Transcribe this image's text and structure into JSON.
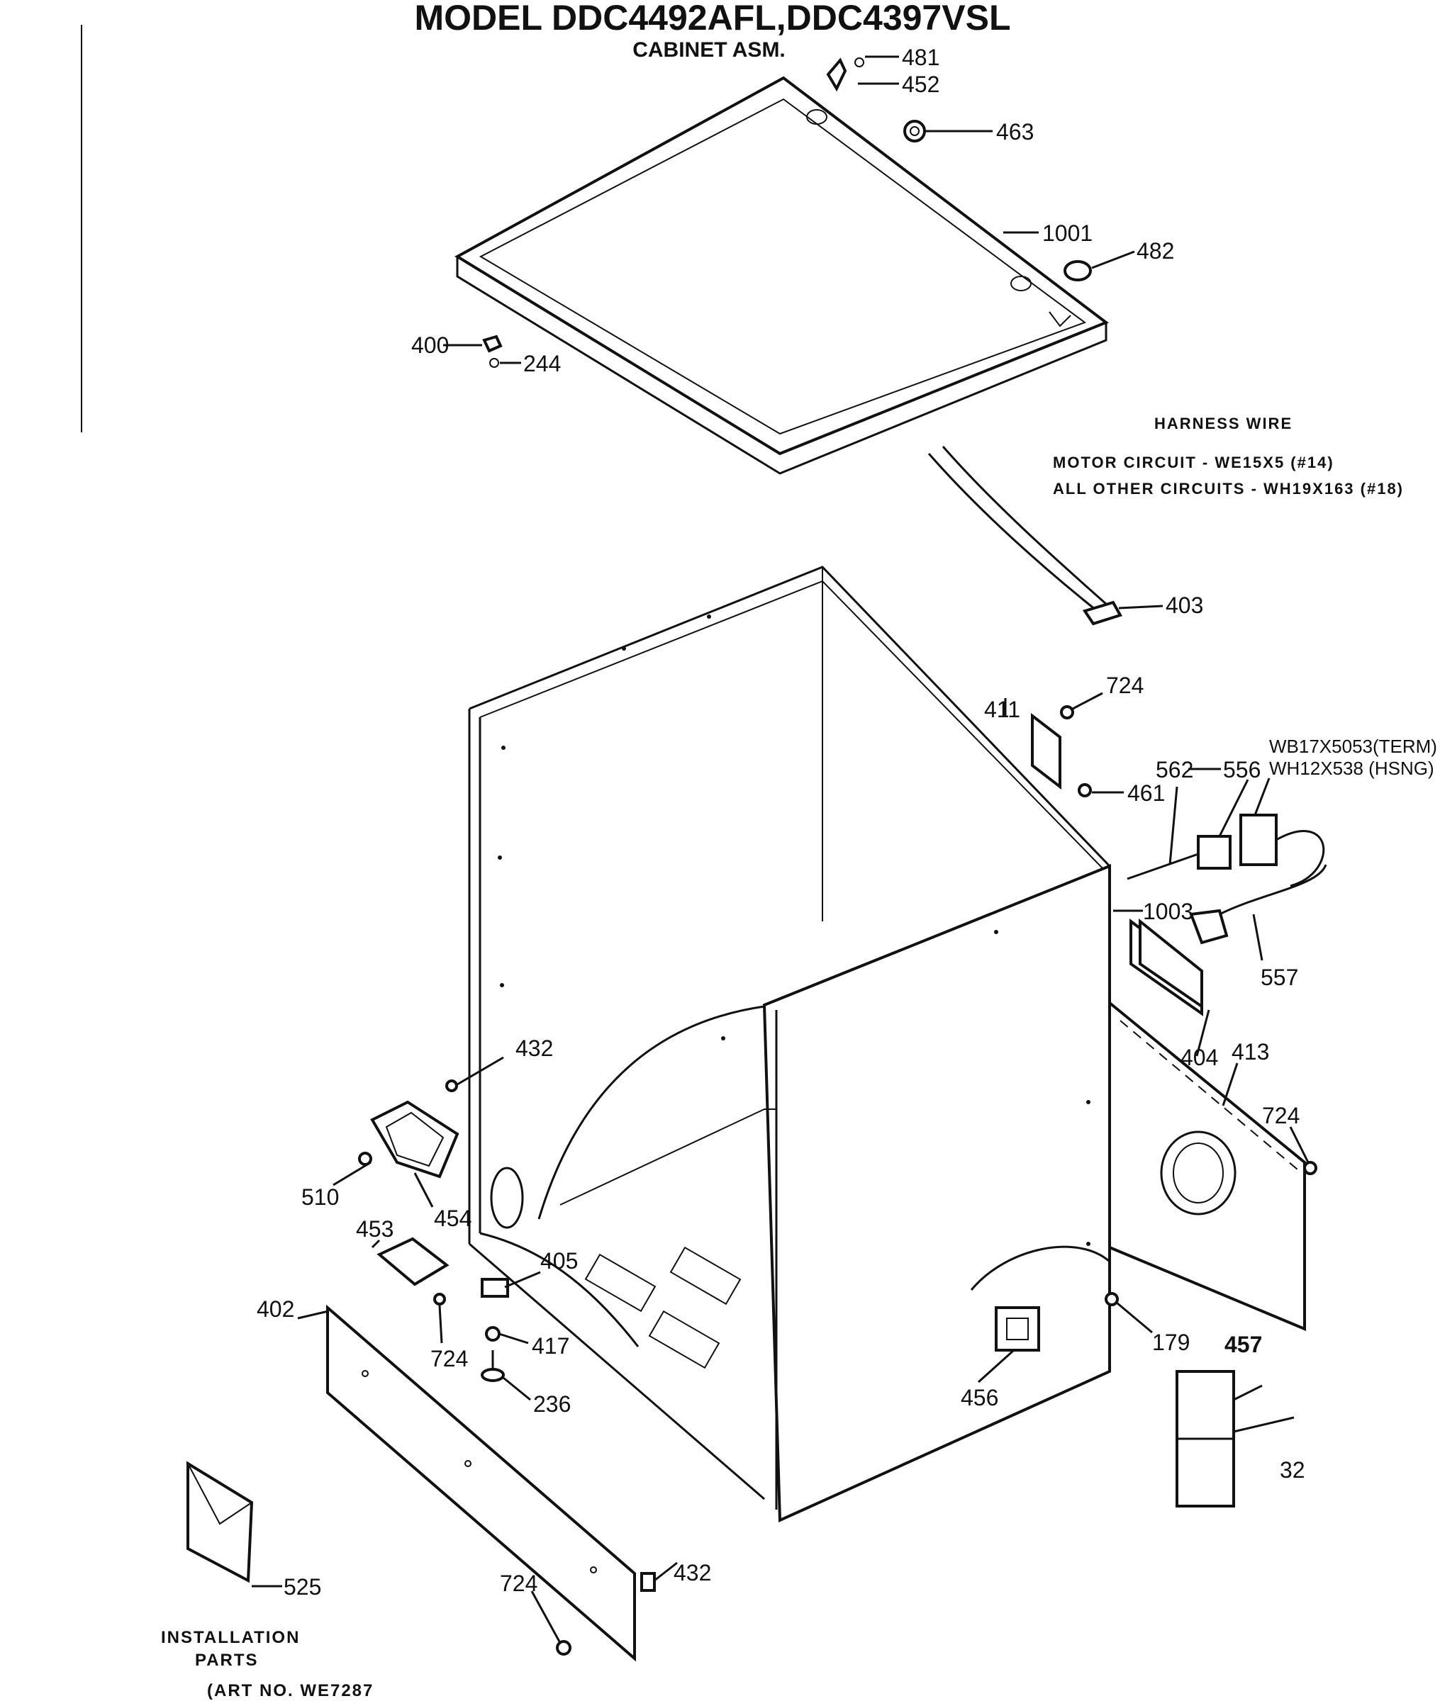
{
  "header": {
    "title": "MODEL DDC4492AFL,DDC4397VSL",
    "subtitle": "CABINET ASM."
  },
  "notes": {
    "harness_heading": "HARNESS WIRE",
    "motor_circuit": "MOTOR CIRCUIT - WE15X5 (#14)",
    "other_circuits": "ALL OTHER CIRCUITS - WH19X163 (#18)",
    "term": "WB17X5053(TERM)",
    "hsng": "WH12X538 (HSNG)",
    "installation_1": "INSTALLATION",
    "installation_2": "PARTS",
    "art_no": "(ART NO. WE7287"
  },
  "callouts": {
    "c481": "481",
    "c452": "452",
    "c463": "463",
    "c1001": "1001",
    "c482": "482",
    "c400": "400",
    "c244": "244",
    "c403": "403",
    "c411": "411",
    "c724_a": "724",
    "c461": "461",
    "c562": "562",
    "c556": "556",
    "c1003": "1003",
    "c557": "557",
    "c404": "404",
    "c413": "413",
    "c724_b": "724",
    "c432_a": "432",
    "c510": "510",
    "c454": "454",
    "c453": "453",
    "c405": "405",
    "c402": "402",
    "c724_c": "724",
    "c417": "417",
    "c236": "236",
    "c456": "456",
    "c179": "179",
    "c457": "457",
    "c32": "32",
    "c525": "525",
    "c432_b": "432",
    "c724_d": "724"
  }
}
